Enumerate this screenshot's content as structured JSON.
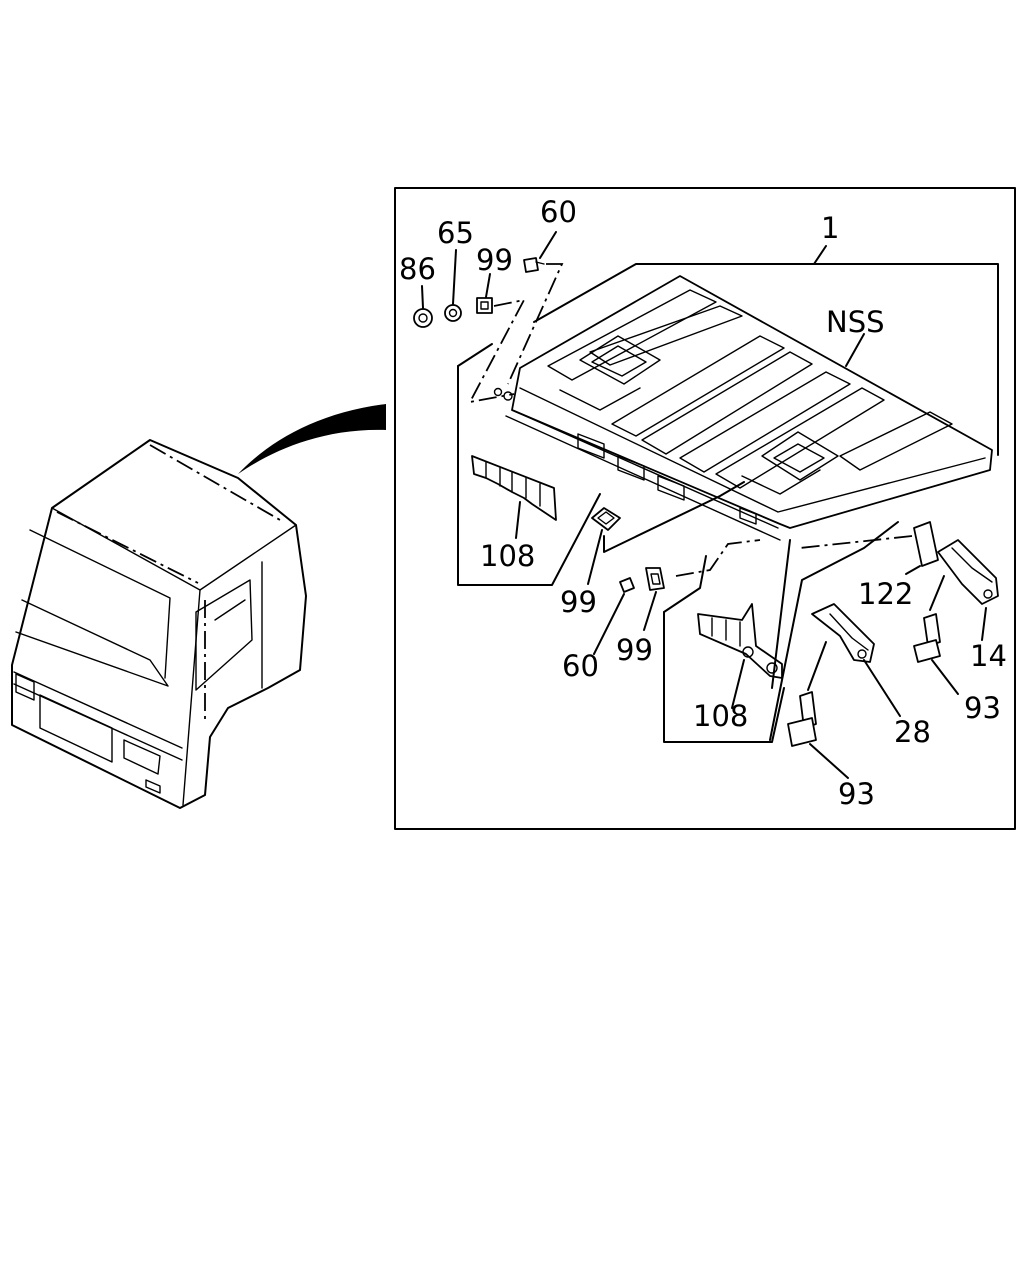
{
  "callouts": {
    "c1": "1",
    "nss": "NSS",
    "c60_top": "60",
    "c65": "65",
    "c86": "86",
    "c99_top": "99",
    "c108_left": "108",
    "c99_mid": "99",
    "c99_right": "99",
    "c60_bottom": "60",
    "c108_bottom": "108",
    "c122": "122",
    "c14": "14",
    "c93_right": "93",
    "c28": "28",
    "c93_bottom": "93"
  }
}
